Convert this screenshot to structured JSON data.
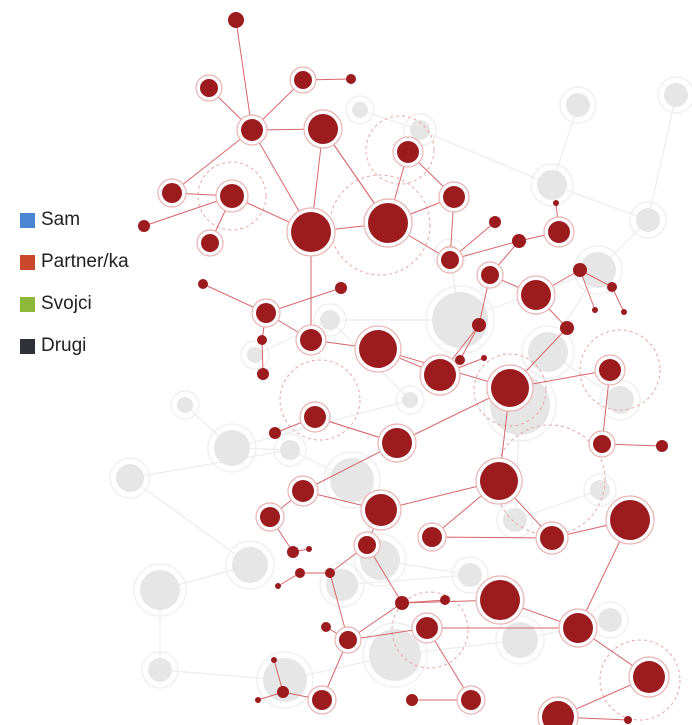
{
  "legend": {
    "items": [
      {
        "label": "Sam",
        "color": "#4a86d4"
      },
      {
        "label": "Partner/ka",
        "color": "#c9472b"
      },
      {
        "label": "Svojci",
        "color": "#8db83a"
      },
      {
        "label": "Drugi",
        "color": "#2f3238"
      }
    ]
  },
  "colors": {
    "node_fill": "#9b1b1f",
    "node_halo": "#e9b3b3",
    "edge": "#d7666a",
    "bg_node": "#e6e6e6",
    "bg_edge": "#ececec"
  }
}
